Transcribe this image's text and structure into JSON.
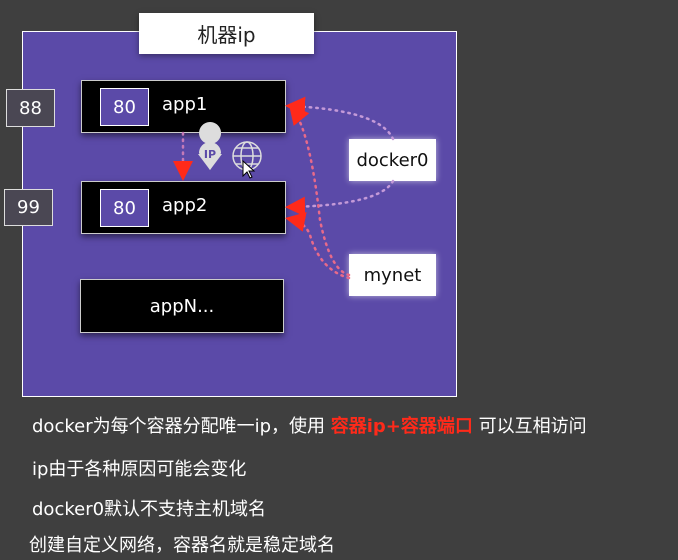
{
  "host": {
    "title": "机器ip"
  },
  "apps": [
    {
      "port": "80",
      "name": "app1",
      "host_port": "88"
    },
    {
      "port": "80",
      "name": "app2",
      "host_port": "99"
    },
    {
      "name": "appN..."
    }
  ],
  "networks": [
    "docker0",
    "mynet"
  ],
  "icons": [
    "ip-pin-icon",
    "www-globe-icon",
    "cursor-icon"
  ],
  "notes": {
    "line1_a": "docker为每个容器分配唯一ip，使用 ",
    "line1_b": "容器ip+容器端口",
    "line1_c": " 可以互相访问",
    "line2": "ip由于各种原因可能会变化",
    "line3": "docker0默认不支持主机域名",
    "line4": "创建自定义网络，容器名就是稳定域名"
  },
  "colors": {
    "host_bg": "#5b4aa8",
    "accent_red": "#ff2a1a"
  }
}
